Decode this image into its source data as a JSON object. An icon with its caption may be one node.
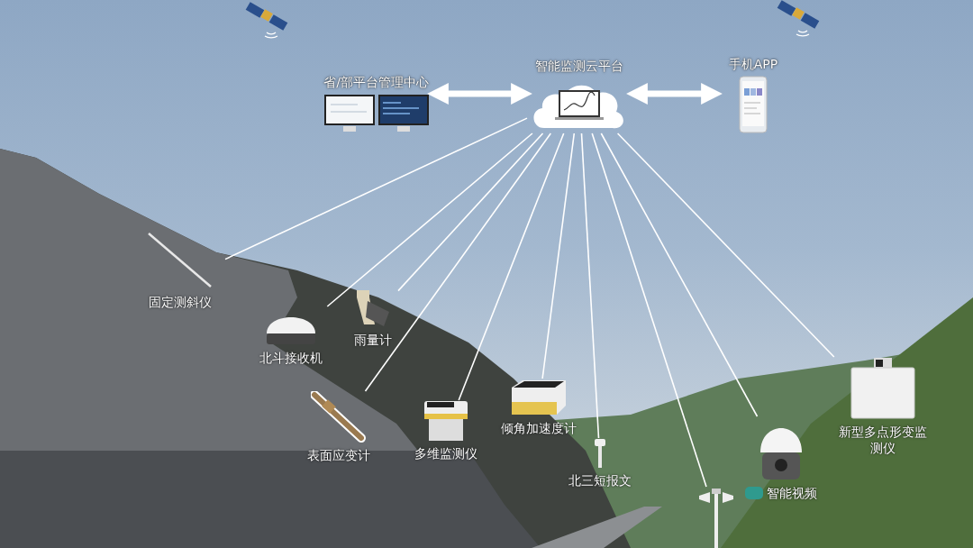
{
  "diagram": {
    "nodes": [
      {
        "text": [
          "省/部平台管理中心"
        ]
      },
      {
        "text": [
          "智能监测云平台"
        ]
      },
      {
        "text": [
          "手机APP"
        ]
      },
      {
        "text": [
          "固定测斜仪"
        ]
      },
      {
        "text": [
          "北斗接收机"
        ]
      },
      {
        "text": [
          "雨量计"
        ]
      },
      {
        "text": [
          "表面应变计"
        ]
      },
      {
        "text": [
          "多维监测仪"
        ]
      },
      {
        "text": [
          "倾角加速度计"
        ]
      },
      {
        "text": [
          "北三短报文"
        ]
      },
      {
        "text": [],
        "shape": "picture"
      },
      {
        "text": [
          "智能视频"
        ]
      },
      {
        "text": [
          "新型多点形变监测仪"
        ]
      }
    ],
    "edges": [
      {
        "from": 0,
        "to": 1,
        "arrow": "both",
        "style": "thick"
      },
      {
        "from": 1,
        "to": 2,
        "arrow": "both",
        "style": "thick"
      },
      {
        "from": 1,
        "to": 3,
        "arrow": "none"
      },
      {
        "from": 1,
        "to": 4,
        "arrow": "none"
      },
      {
        "from": 1,
        "to": 5,
        "arrow": "none"
      },
      {
        "from": 1,
        "to": 6,
        "arrow": "none"
      },
      {
        "from": 1,
        "to": 7,
        "arrow": "none"
      },
      {
        "from": 1,
        "to": 8,
        "arrow": "none"
      },
      {
        "from": 1,
        "to": 9,
        "arrow": "none"
      },
      {
        "from": 1,
        "to": 10,
        "arrow": "none"
      },
      {
        "from": 1,
        "to": 11,
        "arrow": "none"
      },
      {
        "from": 1,
        "to": 12,
        "arrow": "none"
      }
    ]
  }
}
